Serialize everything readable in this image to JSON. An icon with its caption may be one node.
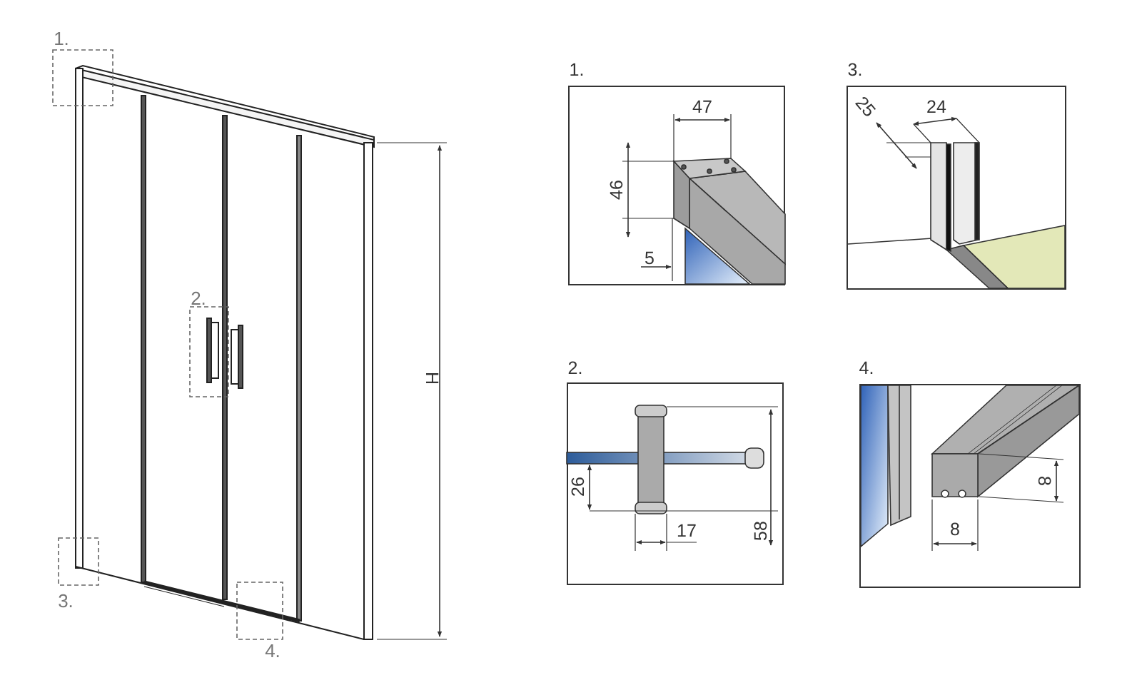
{
  "diagram": {
    "labels": [
      "1.",
      "1.",
      "47",
      "46",
      "5",
      "3.",
      "24",
      "25",
      "2.",
      "H",
      "2.",
      "26",
      "17",
      "58",
      "4.",
      "8",
      "8",
      "3.",
      "4."
    ]
  }
}
